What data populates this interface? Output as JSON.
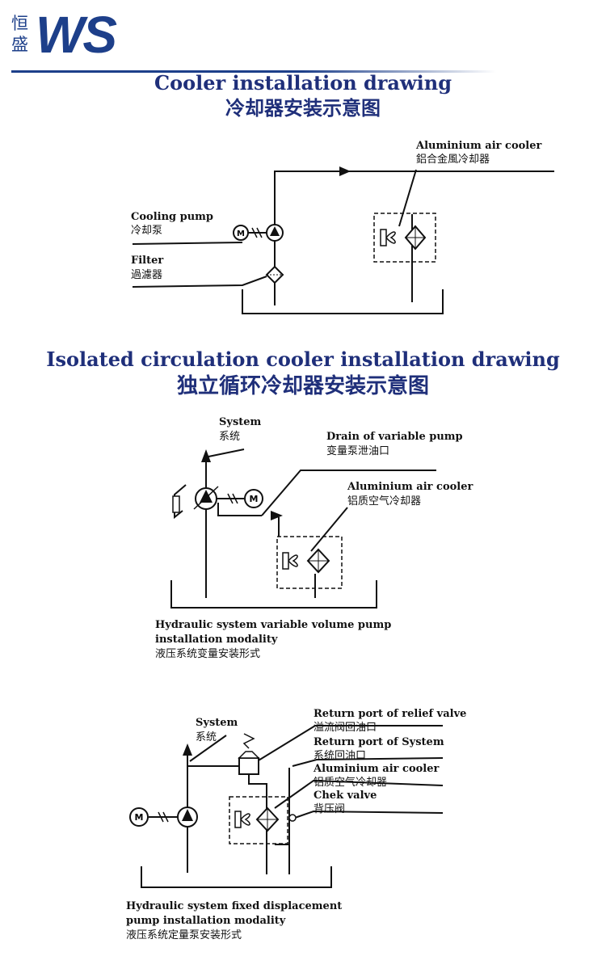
{
  "logo": {
    "cn": "恒盛",
    "mark": "WS"
  },
  "section1": {
    "title_en": "Cooler installation drawing",
    "title_cn": "冷却器安装示意图",
    "labels": {
      "cooler_en": "Aluminium air cooler",
      "cooler_cn": "鋁合金風冷却器",
      "pump_en": "Cooling pump",
      "pump_cn": "冷却泵",
      "filter_en": "Filter",
      "filter_cn": "過濾器"
    }
  },
  "section2": {
    "title_en": "Isolated circulation cooler installation drawing",
    "title_cn": "独立循环冷却器安装示意图",
    "labels": {
      "system_en": "System",
      "system_cn": "系统",
      "drain_en": "Drain of variable pump",
      "drain_cn": "变量泵泄油口",
      "cooler_en": "Aluminium air cooler",
      "cooler_cn": "铝质空气冷却器",
      "caption_line1": "Hydraulic system variable volume pump",
      "caption_line2": "installation modality",
      "caption_cn": "液压系统变量安装形式"
    }
  },
  "section3": {
    "labels": {
      "system_en": "System",
      "system_cn": "系统",
      "relief_en": "Return port of relief valve",
      "relief_cn": "溢流阀回油口",
      "return_en": "Return port of System",
      "return_cn": "系统回油口",
      "cooler_en": "Aluminium air cooler",
      "cooler_cn": "铝质空气冷却器",
      "check_en": "Chek valve",
      "check_cn": "背压阀",
      "caption_line1": "Hydraulic system fixed displacement",
      "caption_line2": "pump installation modality",
      "caption_cn": "液压系统定量泵安装形式"
    }
  },
  "symbols": {
    "motor": "M"
  },
  "colors": {
    "brand_blue": "#1d3f8a",
    "title_blue": "#1f2f7a"
  }
}
